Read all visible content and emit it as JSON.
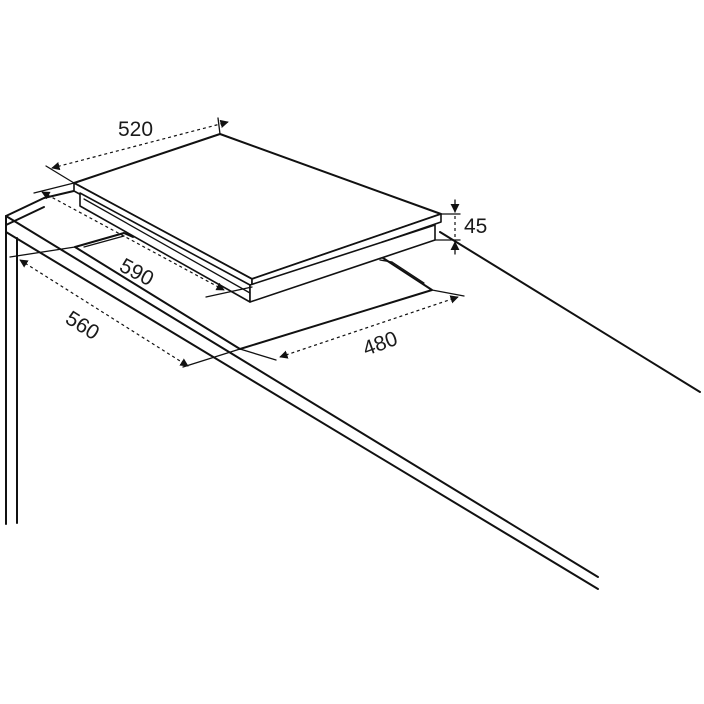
{
  "dimensions": {
    "hob_width": "520",
    "hob_depth": "590",
    "hob_height": "45",
    "cutout_depth": "560",
    "cutout_width": "480"
  }
}
